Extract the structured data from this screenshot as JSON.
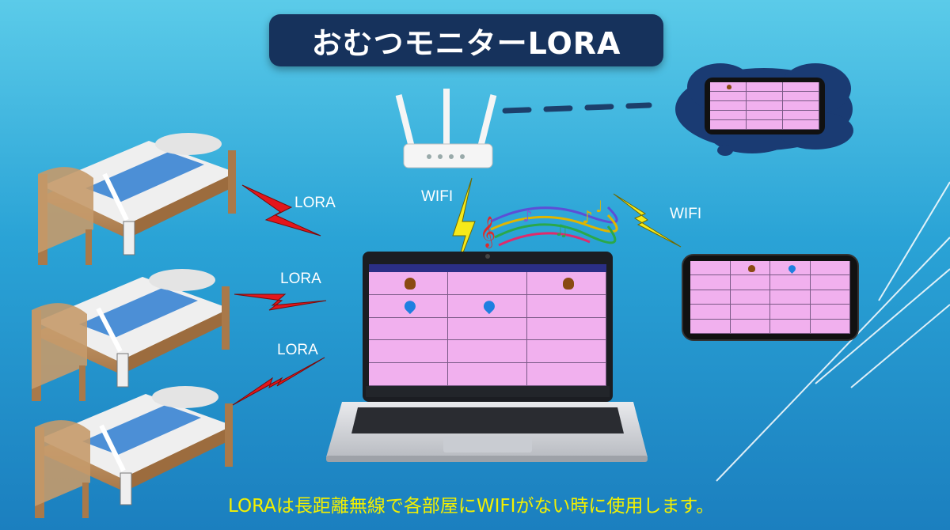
{
  "title": "おむつモニターLORA",
  "labels": {
    "lora_1": "LORA",
    "lora_2": "LORA",
    "lora_3": "LORA",
    "wifi_router": "WIFI",
    "wifi_tablet": "WIFI"
  },
  "caption": "LORAは長距離無線で各部屋にWIFIがない時に使用します。",
  "colors": {
    "title_bg": "#16325c",
    "title_text": "#ffffff",
    "caption": "#f3f000",
    "lora_bolt": "#e3161b",
    "wifi_bolt": "#f6ea1a",
    "monitor_screen": "#f1b0ee",
    "monitor_header": "#2b2f86"
  },
  "icons": [
    "bed-icon",
    "diaper-sensor-icon",
    "wifi-router-icon",
    "laptop-icon",
    "tablet-icon",
    "smartphone-icon",
    "thought-cloud-icon",
    "lightning-bolt-icon",
    "music-notes-icon",
    "poop-icon",
    "water-drop-icon"
  ]
}
